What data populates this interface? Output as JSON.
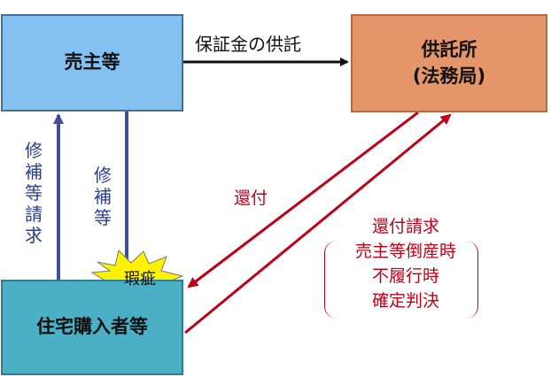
{
  "nodes": {
    "seller": "売主等",
    "deposit_line1": "供託所",
    "deposit_line2": "(法務局)",
    "buyer": "住宅購入者等"
  },
  "edges": {
    "guarantee": "保証金の供託",
    "repair_request_left": "修補等請求",
    "repair_right": "修補等",
    "refund": "還付"
  },
  "refund_request": {
    "title": "還付請求",
    "conditions": [
      "売主等倒産時",
      "不履行時",
      "確定判決"
    ]
  },
  "defect": "瑕疵",
  "colors": {
    "seller_box": "#85c1f0",
    "deposit_box": "#e4956a",
    "buyer_box": "#4bb0c6",
    "vertical_arrows": "#3d4fa0",
    "red_arrows": "#c00018",
    "burst": "#fff200"
  }
}
